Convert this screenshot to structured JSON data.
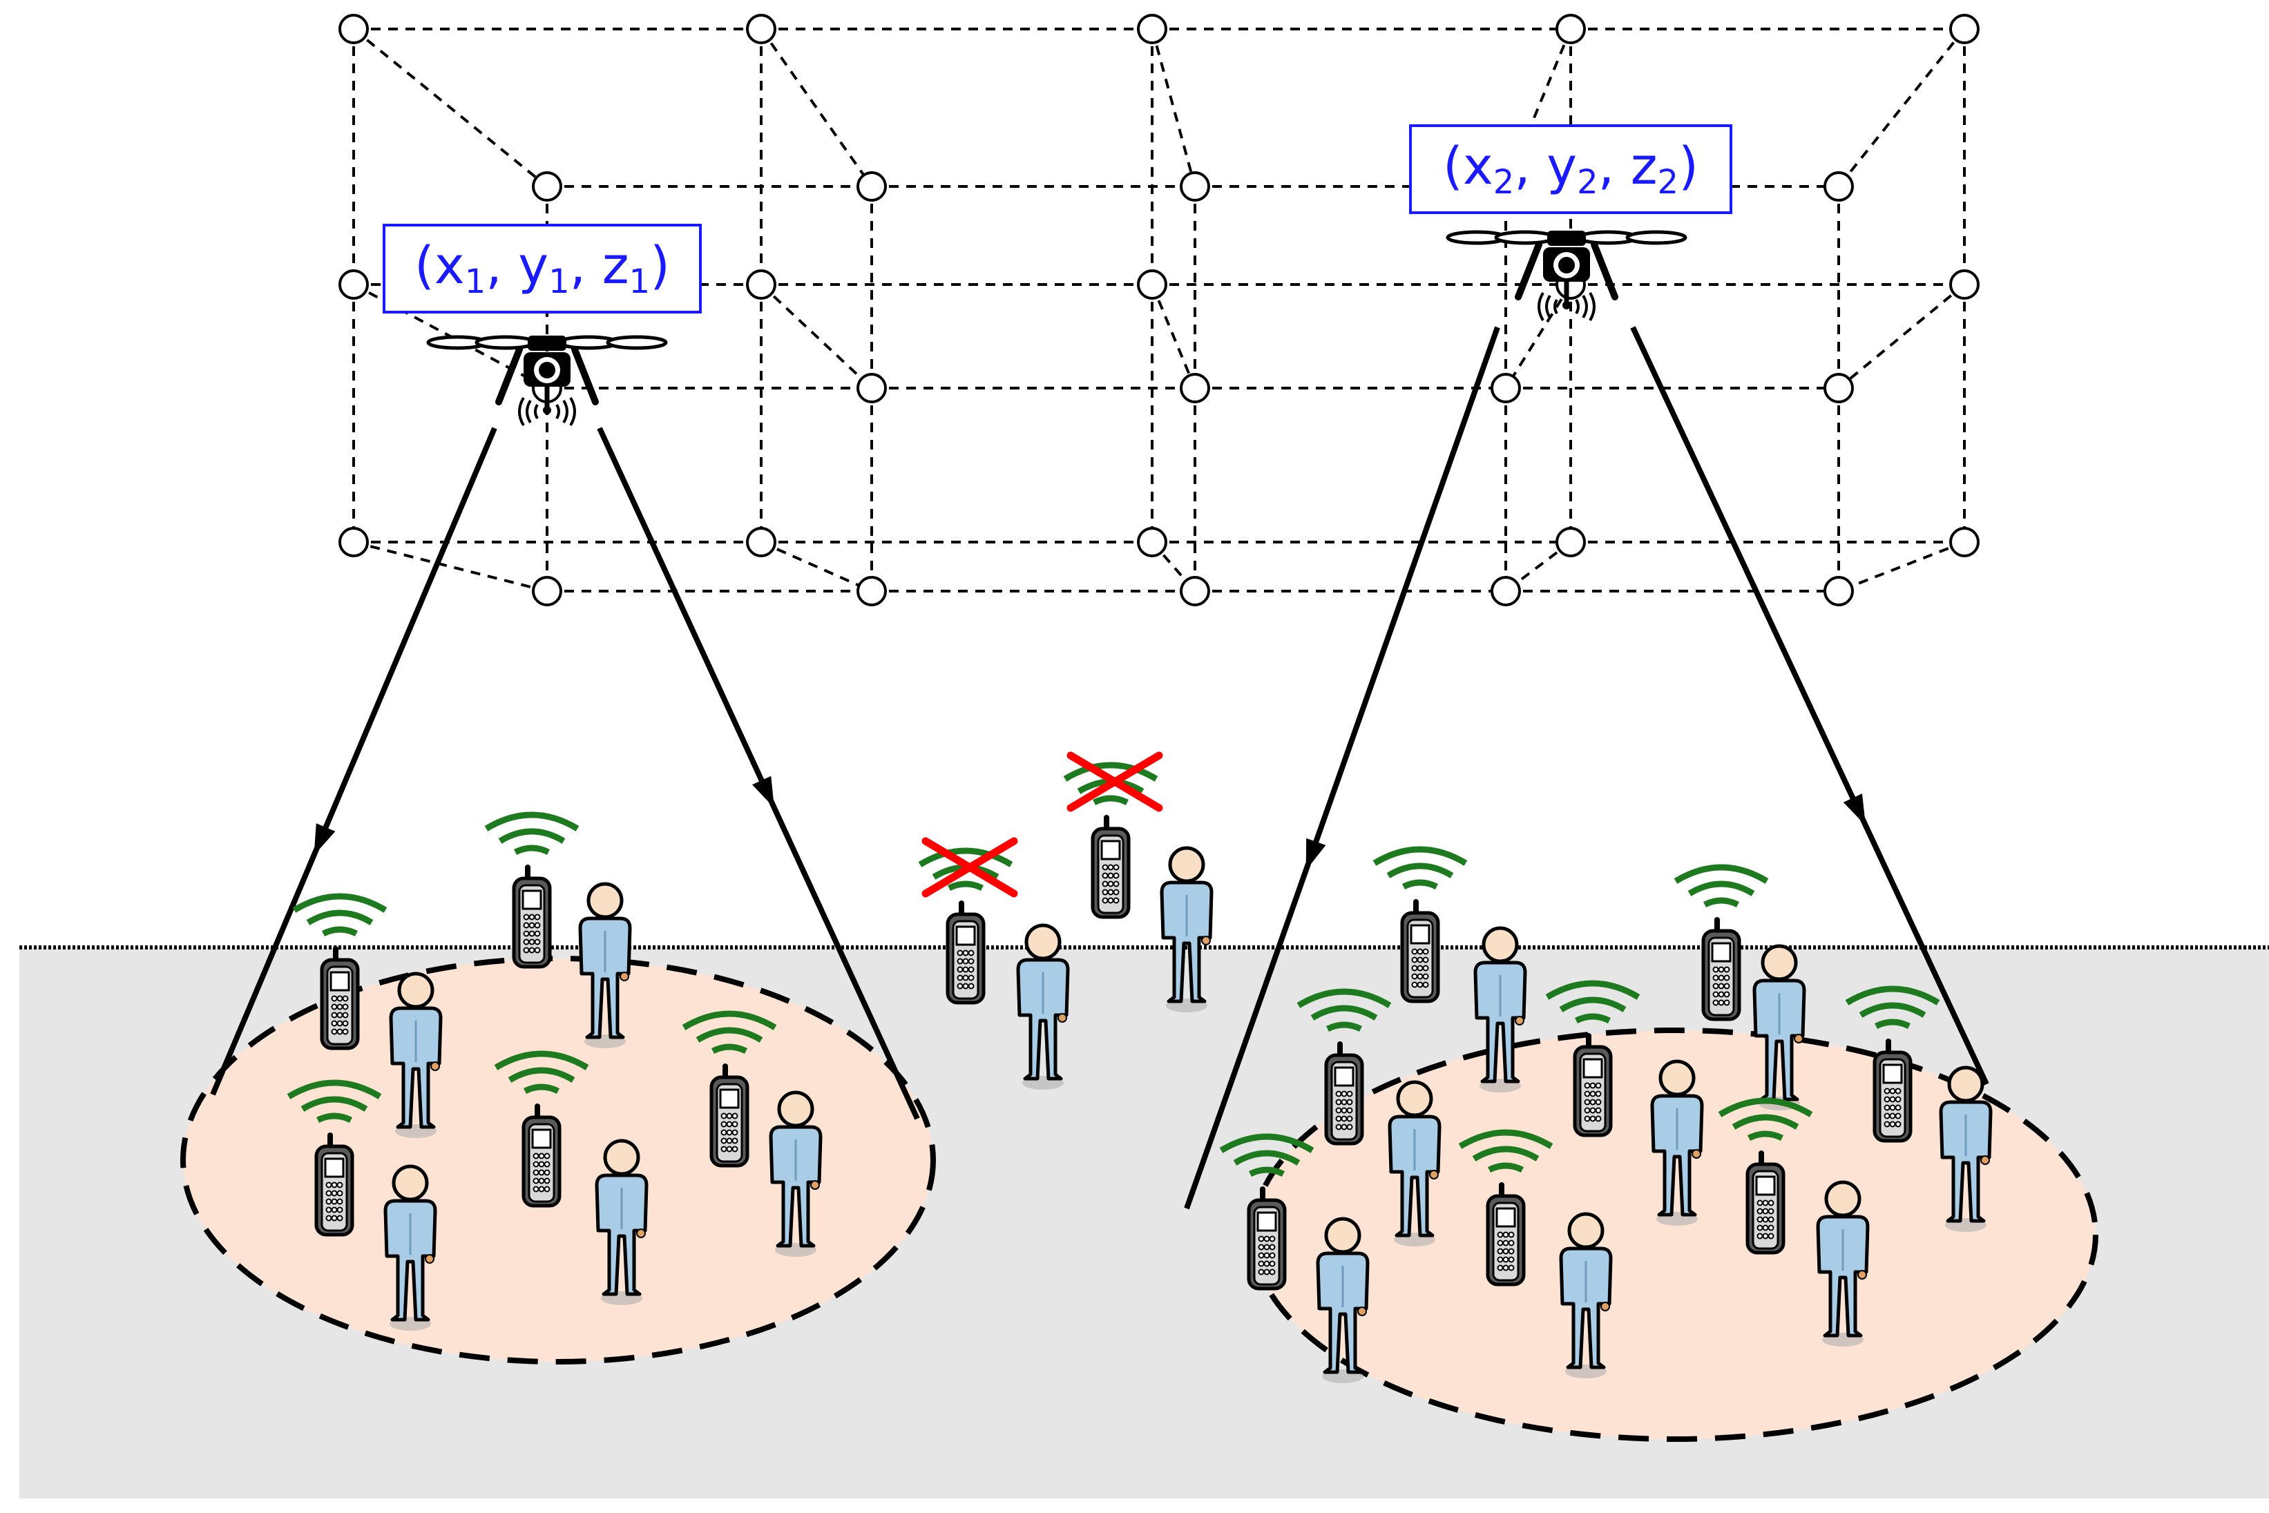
{
  "colors": {
    "ground": "#e6e6e6",
    "coverage_fill": "#fde3d3",
    "label": "#1a1aff",
    "signal": "#1e7a1e",
    "cross": "#ff0000",
    "person": "#a9cde6",
    "head": "#f8dfc6"
  },
  "icons": {
    "grid_node": "circle-node-icon",
    "uav": "quadcopter-drone-icon",
    "user": "person-icon",
    "device": "mobile-phone-icon",
    "signal": "wifi-signal-icon",
    "no_signal": "red-cross-icon"
  },
  "uav1": {
    "x": "x",
    "sub_x": "1",
    "y": "y",
    "sub_y": "1",
    "z": "z",
    "sub_z": "1"
  },
  "uav2": {
    "x": "x",
    "sub_x": "2",
    "y": "y",
    "sub_y": "2",
    "z": "z",
    "sub_z": "2"
  },
  "sep": ", ",
  "open": "(",
  "close": ")"
}
